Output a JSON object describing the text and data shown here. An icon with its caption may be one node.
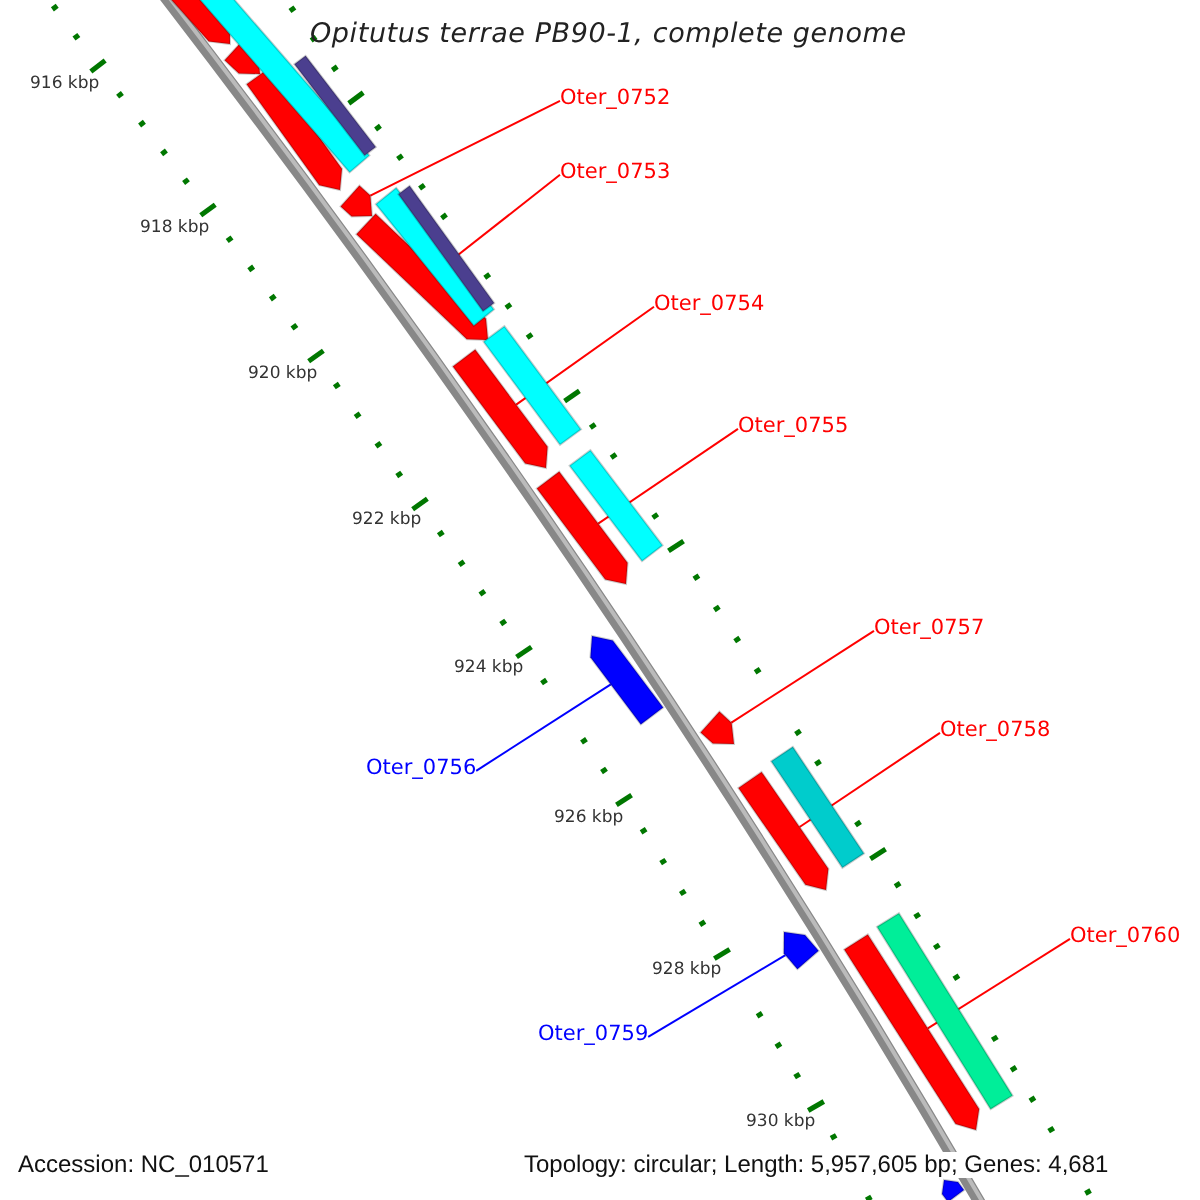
{
  "diagram": {
    "title": "Opitutus terrae PB90-1, complete genome",
    "nodes": [
      {
        "text": [
          "Oter_0752"
        ]
      },
      {
        "text": [],
        "shape": "bar"
      },
      {
        "text": [
          "Oter_0753"
        ]
      },
      {
        "text": [],
        "shape": "bar"
      },
      {
        "text": [
          "Oter_0754"
        ]
      },
      {
        "text": [],
        "shape": "bar"
      },
      {
        "text": [
          "Oter_0755"
        ]
      },
      {
        "text": [],
        "shape": "bar"
      },
      {
        "text": [
          "Oter_0757"
        ]
      },
      {
        "text": [],
        "shape": "bar"
      },
      {
        "text": [],
        "shape": "bar"
      },
      {
        "text": [
          "Oter_0756"
        ]
      },
      {
        "text": [
          "Oter_0758"
        ]
      },
      {
        "text": [],
        "shape": "bar"
      },
      {
        "text": [],
        "shape": "bar"
      },
      {
        "text": [
          "Oter_0760"
        ]
      },
      {
        "text": [
          "Oter_0759"
        ]
      },
      {
        "text": [],
        "shape": "bar"
      },
      {
        "text": [],
        "shape": "bar"
      },
      {
        "text": [],
        "shape": "bar"
      },
      {
        "text": [],
        "shape": "bar"
      },
      {
        "text": [],
        "shape": "bar"
      },
      {
        "text": [],
        "shape": "bar"
      },
      {
        "text": [],
        "shape": "bar"
      },
      {
        "text": [],
        "shape": "bar"
      },
      {
        "text": [],
        "shape": "bar"
      },
      {
        "text": [],
        "shape": "bar"
      },
      {
        "text": [],
        "shape": "bar"
      },
      {
        "text": [],
        "shape": "bar"
      },
      {
        "text": [],
        "shape": "bar"
      }
    ],
    "edges": [
      {
        "from": 0,
        "to": 1,
        "arrow": "none"
      },
      {
        "from": 2,
        "to": 3,
        "arrow": "none"
      },
      {
        "from": 4,
        "to": 5,
        "arrow": "none"
      },
      {
        "from": 6,
        "to": 7,
        "arrow": "none"
      },
      {
        "from": 8,
        "to": 9,
        "arrow": "none"
      },
      {
        "from": 11,
        "to": 10,
        "arrow": "none",
        "color": "#0000ff"
      },
      {
        "from": 12,
        "to": 13,
        "arrow": "none"
      },
      {
        "from": 15,
        "to": 14,
        "arrow": "none"
      },
      {
        "from": 16,
        "to": 17,
        "arrow": "none",
        "color": "#0000ff"
      }
    ],
    "labels": [
      "916 kbp",
      "918 kbp",
      "920 kbp",
      "922 kbp",
      "924 kbp",
      "926 kbp",
      "928 kbp",
      "930 kbp",
      "Accession: NC_010571",
      "Topology: circular; Length: 5,957,605 bp; Genes: 4,681"
    ]
  }
}
